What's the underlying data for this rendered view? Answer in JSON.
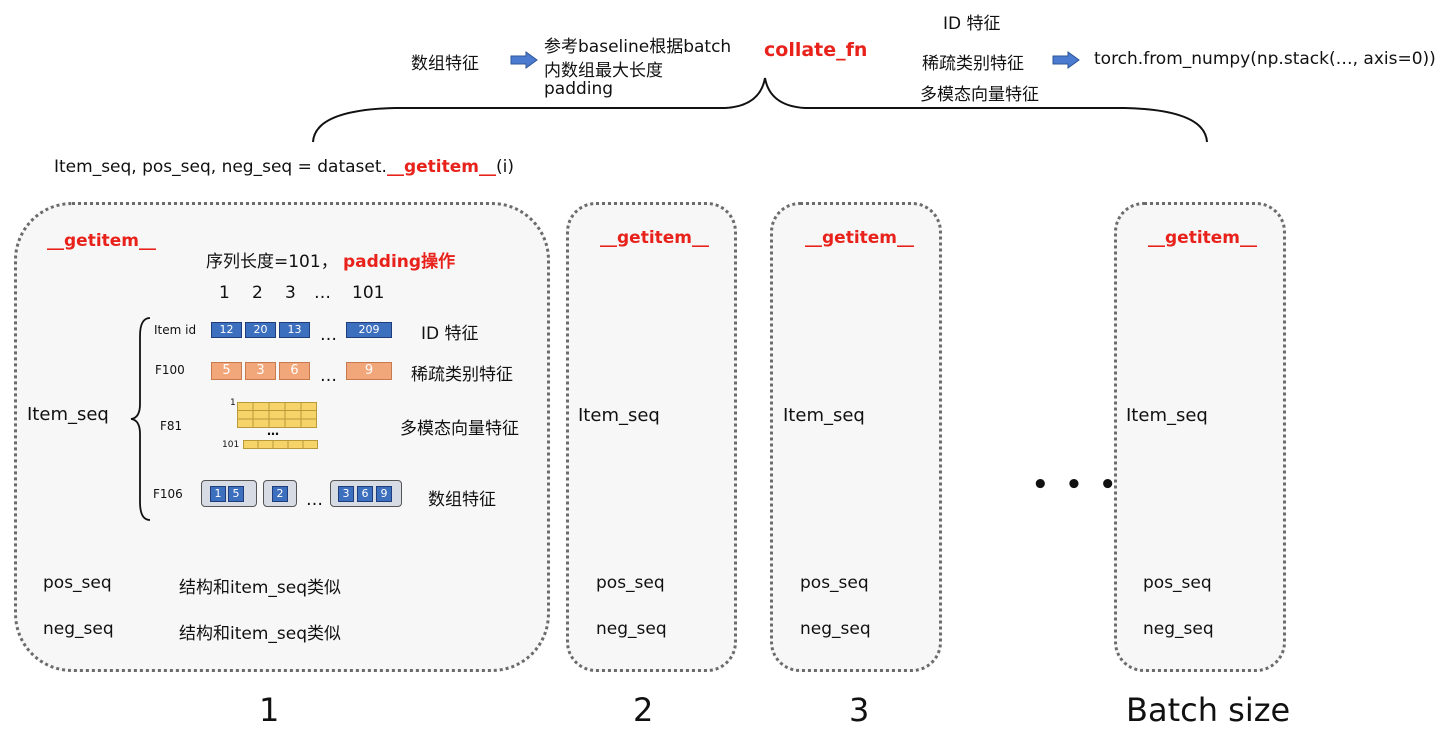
{
  "top": {
    "array_feature": "数组特征",
    "padding_note_1": "参考baseline根据batch",
    "padding_note_2": "内数组最大长度",
    "padding_note_3": "padding",
    "collate_fn": "collate_fn",
    "id_feature": "ID 特征",
    "sparse_feature": "稀疏类别特征",
    "mm_feature": "多模态向量特征",
    "stack_code": "torch.from_numpy(np.stack(…, axis=0))"
  },
  "getitem_line": {
    "prefix": "Item_seq, pos_seq, neg_seq = dataset.",
    "method": "__getitem__",
    "suffix": "(i)"
  },
  "panel1": {
    "getitem": "__getitem__",
    "seq_len": "序列长度=101，",
    "padding_op": "padding操作",
    "pos_1": "1",
    "pos_2": "2",
    "pos_3": "3",
    "pos_ellipsis": "…",
    "pos_101": "101",
    "item_seq": "Item_seq",
    "row_item_id": "Item id",
    "ids": [
      "12",
      "20",
      "13",
      "209"
    ],
    "ids_ellipsis": "…",
    "id_feature": "ID 特征",
    "row_f100": "F100",
    "f100_vals": [
      "5",
      "3",
      "6",
      "9"
    ],
    "f100_ellipsis": "…",
    "sparse_feature": "稀疏类别特征",
    "row_f81": "F81",
    "f81_top": "1",
    "f81_dots": "…",
    "f81_bottom": "101",
    "mm_feature": "多模态向量特征",
    "row_f106": "F106",
    "f106_group1": [
      "1",
      "5"
    ],
    "f106_group2": [
      "2"
    ],
    "f106_ellipsis": "…",
    "f106_group3": [
      "3",
      "6",
      "9"
    ],
    "array_feature": "数组特征",
    "pos_seq": "pos_seq",
    "pos_desc": "结构和item_seq类似",
    "neg_seq": "neg_seq",
    "neg_desc": "结构和item_seq类似",
    "label": "1"
  },
  "panel2": {
    "getitem": "__getitem__",
    "item_seq": "Item_seq",
    "pos_seq": "pos_seq",
    "neg_seq": "neg_seq",
    "label": "2"
  },
  "panel3": {
    "getitem": "__getitem__",
    "item_seq": "Item_seq",
    "pos_seq": "pos_seq",
    "neg_seq": "neg_seq",
    "label": "3"
  },
  "panel4": {
    "getitem": "__getitem__",
    "item_seq": "Item_seq",
    "pos_seq": "pos_seq",
    "neg_seq": "neg_seq",
    "label": "Batch size"
  },
  "ellipsis_mid": "• • •",
  "colors": {
    "red": "#e8221b",
    "blue_cell": "#3d6fbf",
    "orange_cell": "#f2a77b",
    "yellow_grid": "#f6d46a",
    "arrow": "#4a7bd0"
  }
}
